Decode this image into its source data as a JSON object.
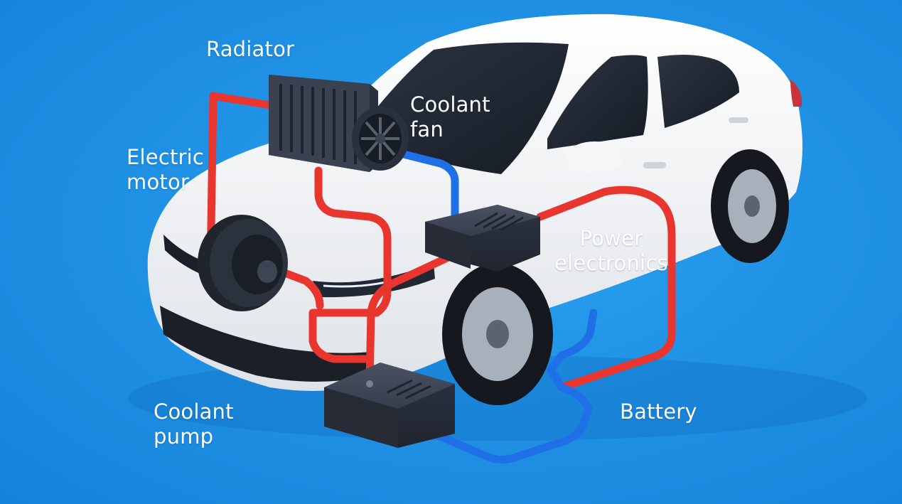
{
  "labels": {
    "radiator": "Radiator",
    "coolant_fan": [
      "Coolant",
      "fan"
    ],
    "electric_motor": [
      "Electric",
      "motor"
    ],
    "power_electronics": [
      "Power",
      "electronics"
    ],
    "battery": "Battery",
    "coolant_pump": [
      "Coolant",
      "pump"
    ]
  },
  "colors": {
    "background": "#1c8fe0",
    "hot_coolant_pipe": "#e8362f",
    "cold_coolant_pipe": "#1f6fe6",
    "component_body": "#2f3646",
    "car_body": "#f3f4f6",
    "label_text": "#ffffff"
  }
}
